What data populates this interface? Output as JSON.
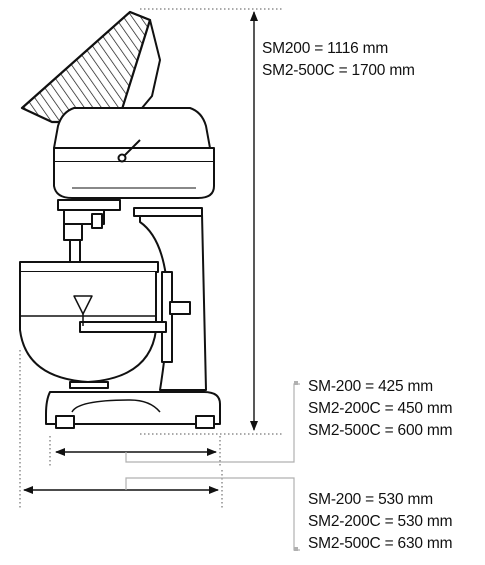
{
  "dimensions": {
    "height": [
      "SM200 = 1116 mm",
      "SM2-500C = 1700 mm"
    ],
    "depth": [
      "SM-200 = 425 mm",
      "SM2-200C = 450 mm",
      "SM2-500C = 600 mm"
    ],
    "width": [
      "SM-200 = 530 mm",
      "SM2-200C = 530 mm",
      "SM2-500C = 630 mm"
    ]
  },
  "colors": {
    "line": "#111111",
    "leader": "#b0b0b0"
  }
}
